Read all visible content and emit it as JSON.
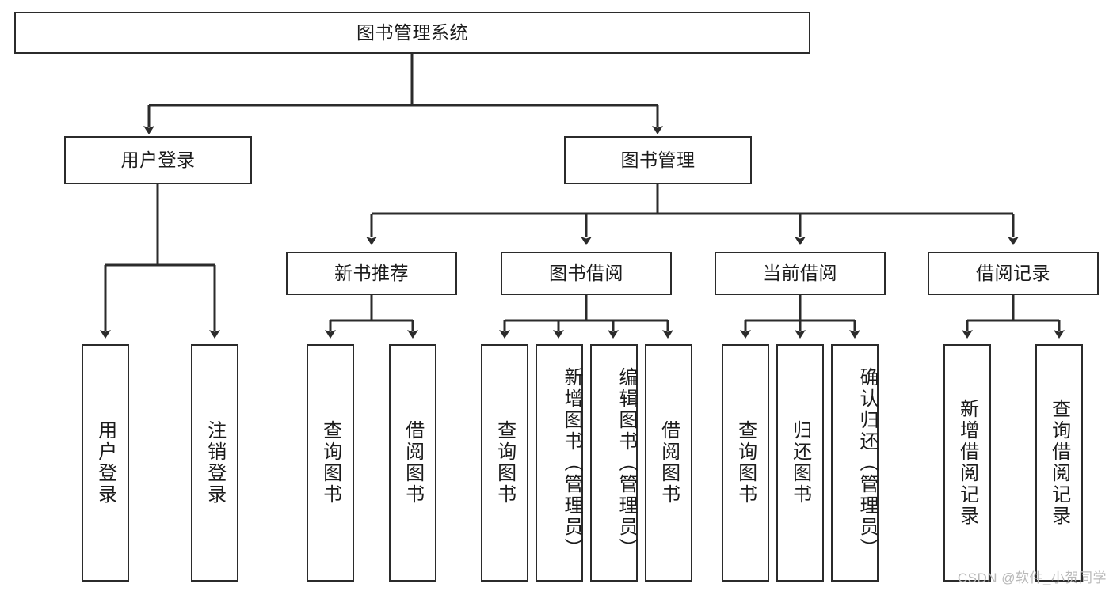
{
  "diagram": {
    "title": "图书管理系统",
    "watermark": "CSDN @软件_小贺同学",
    "colors": {
      "stroke": "#2b2b2b",
      "background": "#ffffff",
      "text": "#1b1b1b",
      "watermark": "#b9b9b9"
    },
    "levels": {
      "root": "图书管理系统",
      "level2": [
        "用户登录",
        "图书管理"
      ],
      "level3": [
        "新书推荐",
        "图书借阅",
        "当前借阅",
        "借阅记录"
      ]
    },
    "nodes": {
      "root": {
        "label": "图书管理系统"
      },
      "user_login": {
        "label": "用户登录"
      },
      "book_manage": {
        "label": "图书管理"
      },
      "new_book_rec": {
        "label": "新书推荐"
      },
      "book_borrow": {
        "label": "图书借阅"
      },
      "current_borrow": {
        "label": "当前借阅"
      },
      "borrow_record": {
        "label": "借阅记录"
      },
      "leaf_user_login": {
        "label": "用户登录"
      },
      "leaf_user_logout": {
        "label": "注销登录"
      },
      "leaf_query_book_1": {
        "label": "查询图书"
      },
      "leaf_borrow_book_1": {
        "label": "借阅图书"
      },
      "leaf_query_book_2": {
        "label": "查询图书"
      },
      "leaf_add_book": {
        "label": "新增图书（管理员）"
      },
      "leaf_edit_book": {
        "label": "编辑图书（管理员）"
      },
      "leaf_borrow_book_2": {
        "label": "借阅图书"
      },
      "leaf_query_book_3": {
        "label": "查询图书"
      },
      "leaf_return_book": {
        "label": "归还图书"
      },
      "leaf_confirm_return": {
        "label": "确认归还（管理员）"
      },
      "leaf_add_record": {
        "label": "新增借阅记录"
      },
      "leaf_query_record": {
        "label": "查询借阅记录"
      }
    }
  }
}
